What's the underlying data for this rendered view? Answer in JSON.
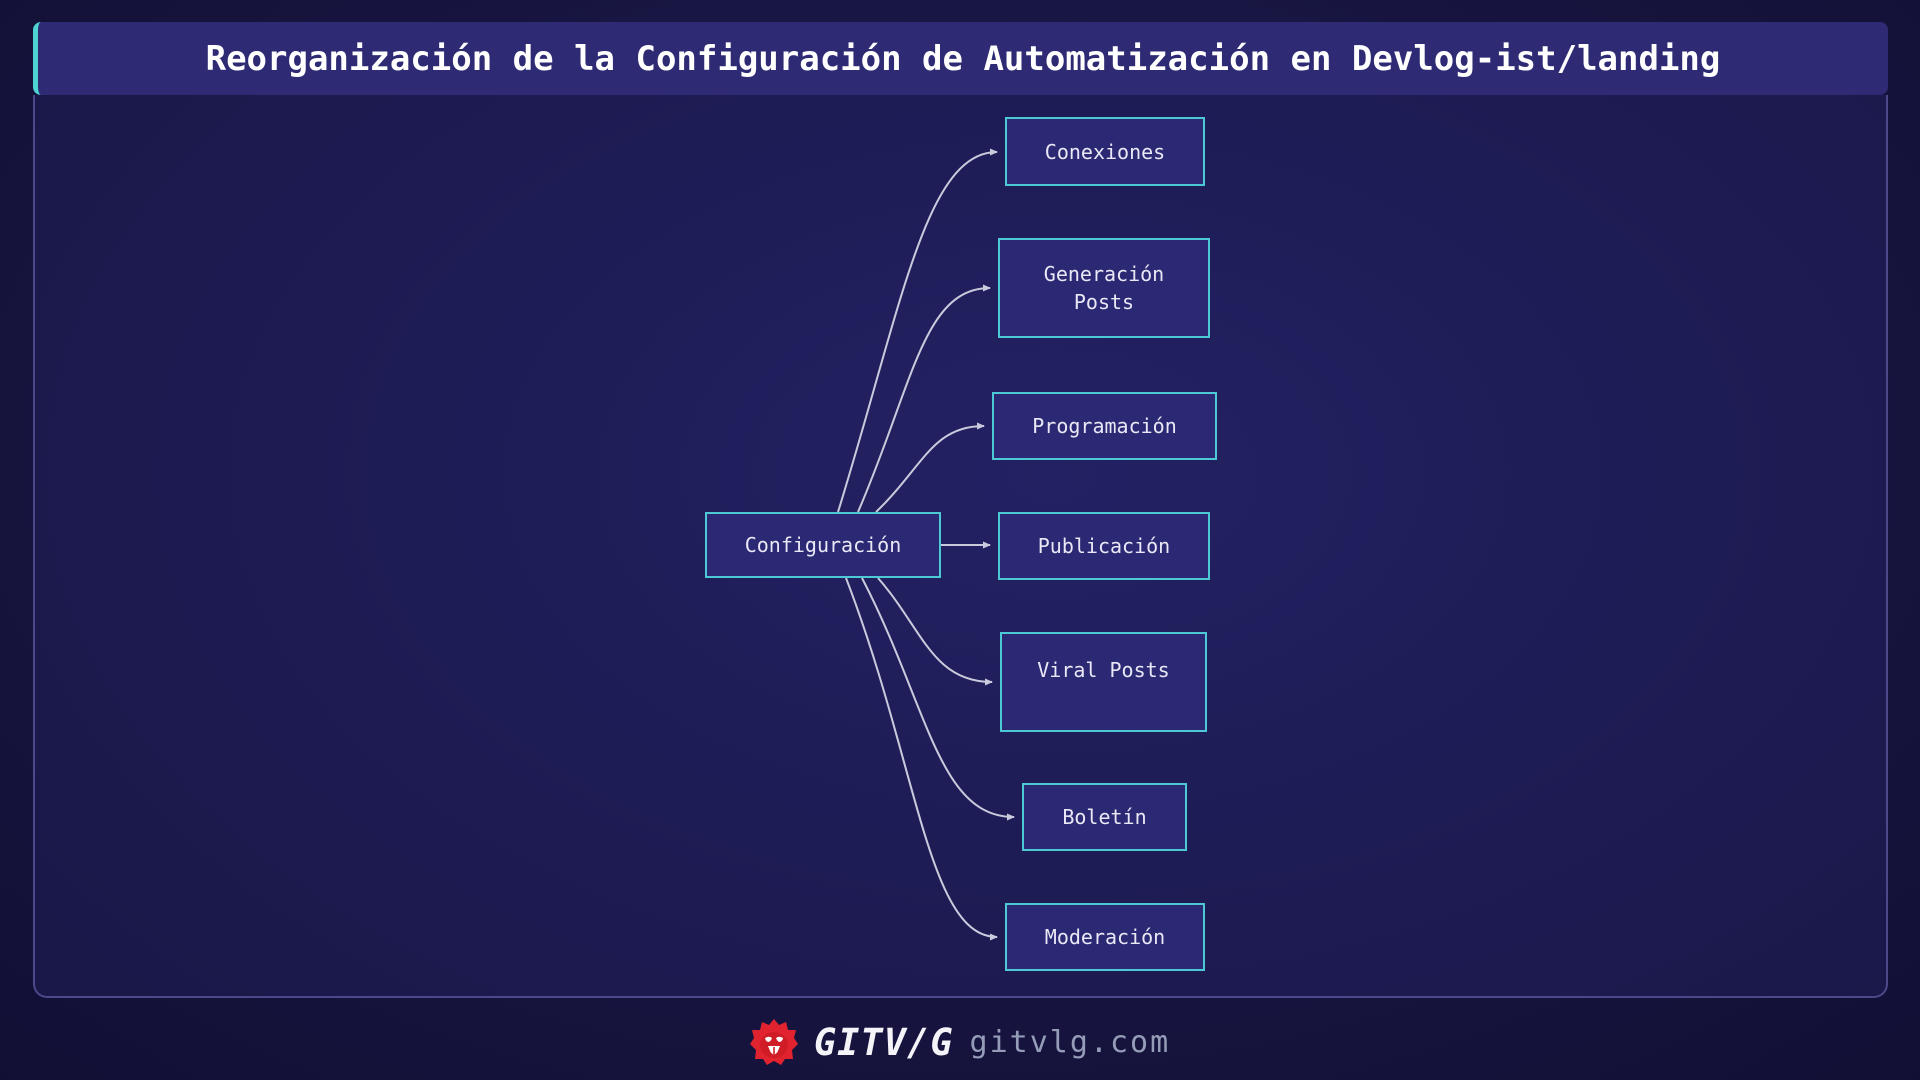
{
  "header": {
    "title": "Reorganización de la Configuración de Automatización en Devlog-ist/landing"
  },
  "diagram": {
    "root": {
      "id": "configuracion",
      "label": "Configuración"
    },
    "children": [
      {
        "id": "conexiones",
        "label": "Conexiones"
      },
      {
        "id": "generacion-posts",
        "label": "Generación Posts"
      },
      {
        "id": "programacion",
        "label": "Programación"
      },
      {
        "id": "publicacion",
        "label": "Publicación"
      },
      {
        "id": "viral-posts",
        "label": "Viral Posts"
      },
      {
        "id": "boletin",
        "label": "Boletín"
      },
      {
        "id": "moderacion",
        "label": "Moderación"
      }
    ]
  },
  "footer": {
    "brand": "GITV/G",
    "domain": "gitvlg.com",
    "logo_icon": "lion-icon"
  },
  "colors": {
    "accent_teal": "#4ed4d2",
    "node_fill": "#2b2973",
    "node_border": "#4cc9d4",
    "edge": "#c9cbdd",
    "title_bg": "#2e2b74",
    "panel_border": "#4b4989",
    "brand_red": "#e0232e",
    "title_text": "#ffffff",
    "domain_text": "#959cb8"
  }
}
